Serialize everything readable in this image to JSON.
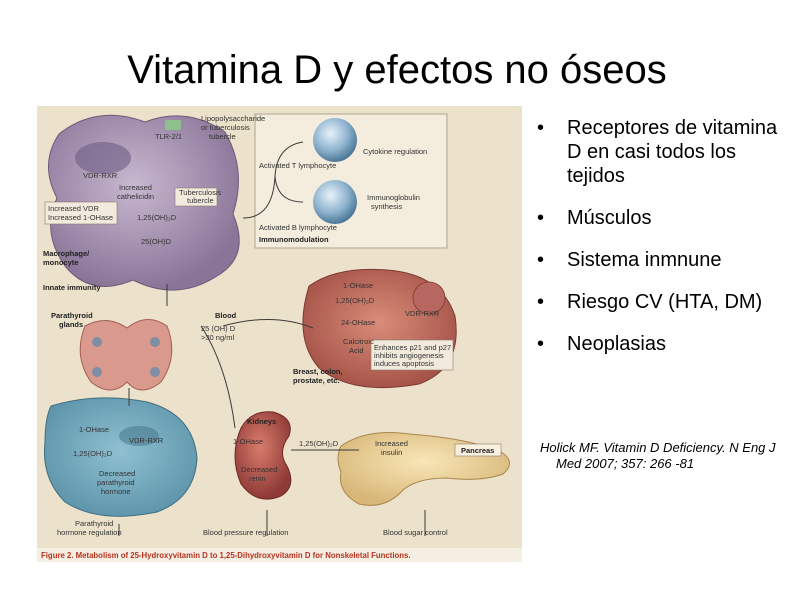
{
  "slide": {
    "title": "Vitamina D y efectos no óseos",
    "bullets": [
      "Receptores de vitamina D en casi todos los tejidos",
      "Músculos",
      "Sistema inmnune",
      "Riesgo CV (HTA, DM)",
      "Neoplasias"
    ],
    "citation": "Holick MF. Vitamin D Deficiency. N Eng J Med 2007; 357: 266 -81"
  },
  "figure": {
    "caption": "Figure 2. Metabolism of 25-Hydroxyvitamin D to 1,25-Dihydroxyvitamin D for Nonskeletal Functions.",
    "labels": {
      "lps": "Lipopolysaccharide",
      "or_tb": "or tuberculosis",
      "tubercle": "tubercle",
      "tlr": "TLR-2/1",
      "vdr_rxr": "VDR-RXR",
      "increased": "Increased",
      "cathelicidin": "cathelicidin",
      "tb_tubercle_1": "Tuberculosis",
      "tb_tubercle_2": "tubercle",
      "inc_vdr": "Increased VDR",
      "inc_1ohase": "Increased 1-OHase",
      "d125": "1,25(OH)₂D",
      "d25": "25(OH)D",
      "macrophage_1": "Macrophage/",
      "macrophage_2": "monocyte",
      "innate": "Innate immunity",
      "cytokine": "Cytokine regulation",
      "act_t": "Activated T lymphocyte",
      "ig_1": "Immunoglobulin",
      "ig_2": "synthesis",
      "act_b": "Activated B lymphocyte",
      "immunomod": "Immunomodulation",
      "pth_1": "Parathyroid",
      "pth_2": "glands",
      "blood": "Blood",
      "blood_25": "25 (OH) D",
      "blood_30": ">30 ng/ml",
      "onehase": "1-OHase",
      "cells_125": "1,25(OH)₂D",
      "twentyfour": "24-OHase",
      "calcitroic_1": "Calcitroic",
      "calcitroic_2": "Acid",
      "cells_vdr": "VDR-RXR",
      "enh_1": "Enhances p21 and p27",
      "enh_2": "inhibits angiogenesis",
      "enh_3": "induces apoptosis",
      "breast_1": "Breast, colon,",
      "breast_2": "prostate, etc.",
      "pt_1ohase": "1-OHase",
      "pt_vdr": "VDR-RXR",
      "pt_125": "1,25(OH)₂D",
      "pt_dec_1": "Decreased",
      "pt_dec_2": "parathyroid",
      "pt_dec_3": "hormone",
      "kidneys": "Kidneys",
      "k_1ohase": "1-OHase",
      "dec_renin_1": "Decreased",
      "dec_renin_2": "renin",
      "k_125": "1,25(OH)₂D",
      "inc_ins_1": "Increased",
      "inc_ins_2": "insulin",
      "pancreas": "Pancreas",
      "pth_ctrl_1": "Parathyroid",
      "pth_ctrl_2": "hormone regulation",
      "bp_ctrl": "Blood pressure regulation",
      "bs_ctrl": "Blood sugar control"
    }
  }
}
